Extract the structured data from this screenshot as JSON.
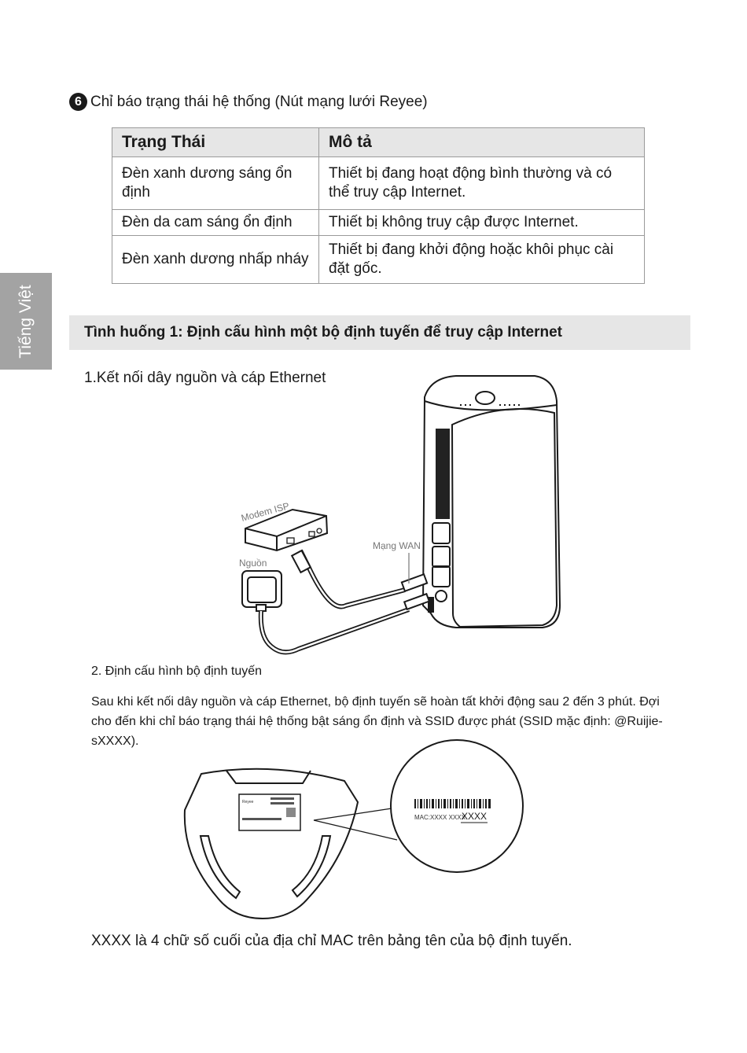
{
  "side_tab": {
    "label": "Tiếng Việt"
  },
  "indicator_section": {
    "number": "6",
    "title": "Chỉ báo trạng thái hệ thống (Nút mạng lưới Reyee)",
    "table": {
      "headers": [
        "Trạng Thái",
        "Mô tả"
      ],
      "rows": [
        {
          "status": "Đèn xanh dương sáng ổn định",
          "description": "Thiết bị đang hoạt động bình thường và có thể truy cập Internet."
        },
        {
          "status": "Đèn da cam sáng ổn định",
          "description": "Thiết bị không truy cập được Internet."
        },
        {
          "status": "Đèn xanh dương nhấp nháy",
          "description": "Thiết bị đang khởi động hoặc khôi phục cài đặt gốc."
        }
      ]
    }
  },
  "scenario": {
    "title": "Tình huống 1: Định cấu hình một bộ định tuyến để truy cập Internet",
    "step1": "1.Kết nối dây nguồn và cáp Ethernet",
    "diagram_labels": {
      "modem": "Modem ISP",
      "wan": "Mạng WAN",
      "power": "Nguồn"
    },
    "step2": "2. Định cấu hình bộ định tuyến",
    "paragraph": "Sau khi kết nối dây nguồn và cáp Ethernet, bộ định tuyến sẽ hoàn tất khởi động sau 2 đến 3 phút. Đợi cho đến khi chỉ báo trạng thái hệ thống bật sáng ổn định và SSID được phát (SSID mặc định: @Ruijie-sXXXX).",
    "label_zoom": {
      "mac_prefix": "MAC:XXXX XXXX",
      "mac_suffix": "XXXX"
    },
    "nameplate_brand": "Reyee",
    "note": "XXXX là 4 chữ số cuối của địa chỉ MAC trên bảng tên của bộ định tuyến."
  }
}
